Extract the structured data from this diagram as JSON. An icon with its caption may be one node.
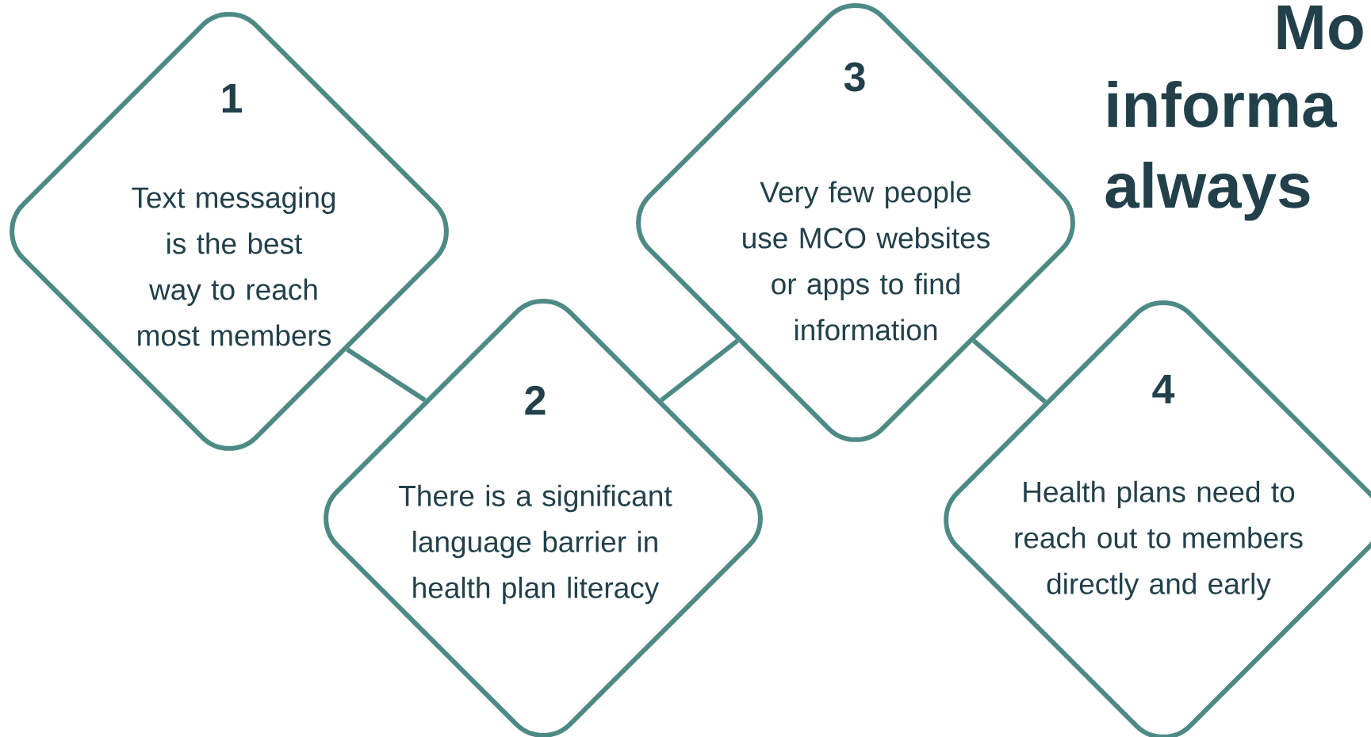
{
  "diagram": {
    "nodes": [
      {
        "text": [
          "1",
          "Text messaging is the best way to reach most members"
        ]
      },
      {
        "text": [
          "2",
          "There is a significant language barrier in health plan literacy"
        ]
      },
      {
        "text": [
          "3",
          "Very few people use MCO websites or apps to find information"
        ]
      },
      {
        "text": [
          "4",
          "Health plans need to reach out to members directly and early"
        ]
      }
    ],
    "edges": [
      {
        "from": 0,
        "to": 1,
        "arrow": "none"
      },
      {
        "from": 1,
        "to": 2,
        "arrow": "none"
      },
      {
        "from": 2,
        "to": 3,
        "arrow": "none"
      }
    ],
    "labels": [
      "Mo",
      "informa",
      "always"
    ]
  }
}
